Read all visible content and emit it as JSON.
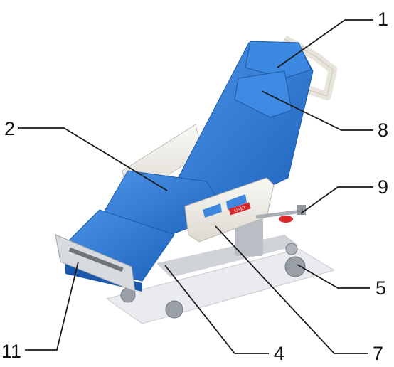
{
  "figure": {
    "description_labels": [
      {
        "id": "1",
        "label": "1"
      },
      {
        "id": "2",
        "label": "2"
      },
      {
        "id": "4",
        "label": "4"
      },
      {
        "id": "5",
        "label": "5"
      },
      {
        "id": "7",
        "label": "7"
      },
      {
        "id": "8",
        "label": "8"
      },
      {
        "id": "9",
        "label": "9"
      },
      {
        "id": "11",
        "label": "11"
      }
    ],
    "brand_plate_text": "LINET",
    "colors": {
      "mattress": "#2f7ad6",
      "mattress_shadow": "#1f5fb5",
      "frame": "#f2f0ea",
      "frame_shadow": "#d6d3cb",
      "metal": "#c9ccd1",
      "pedal": "#d8262b"
    }
  }
}
